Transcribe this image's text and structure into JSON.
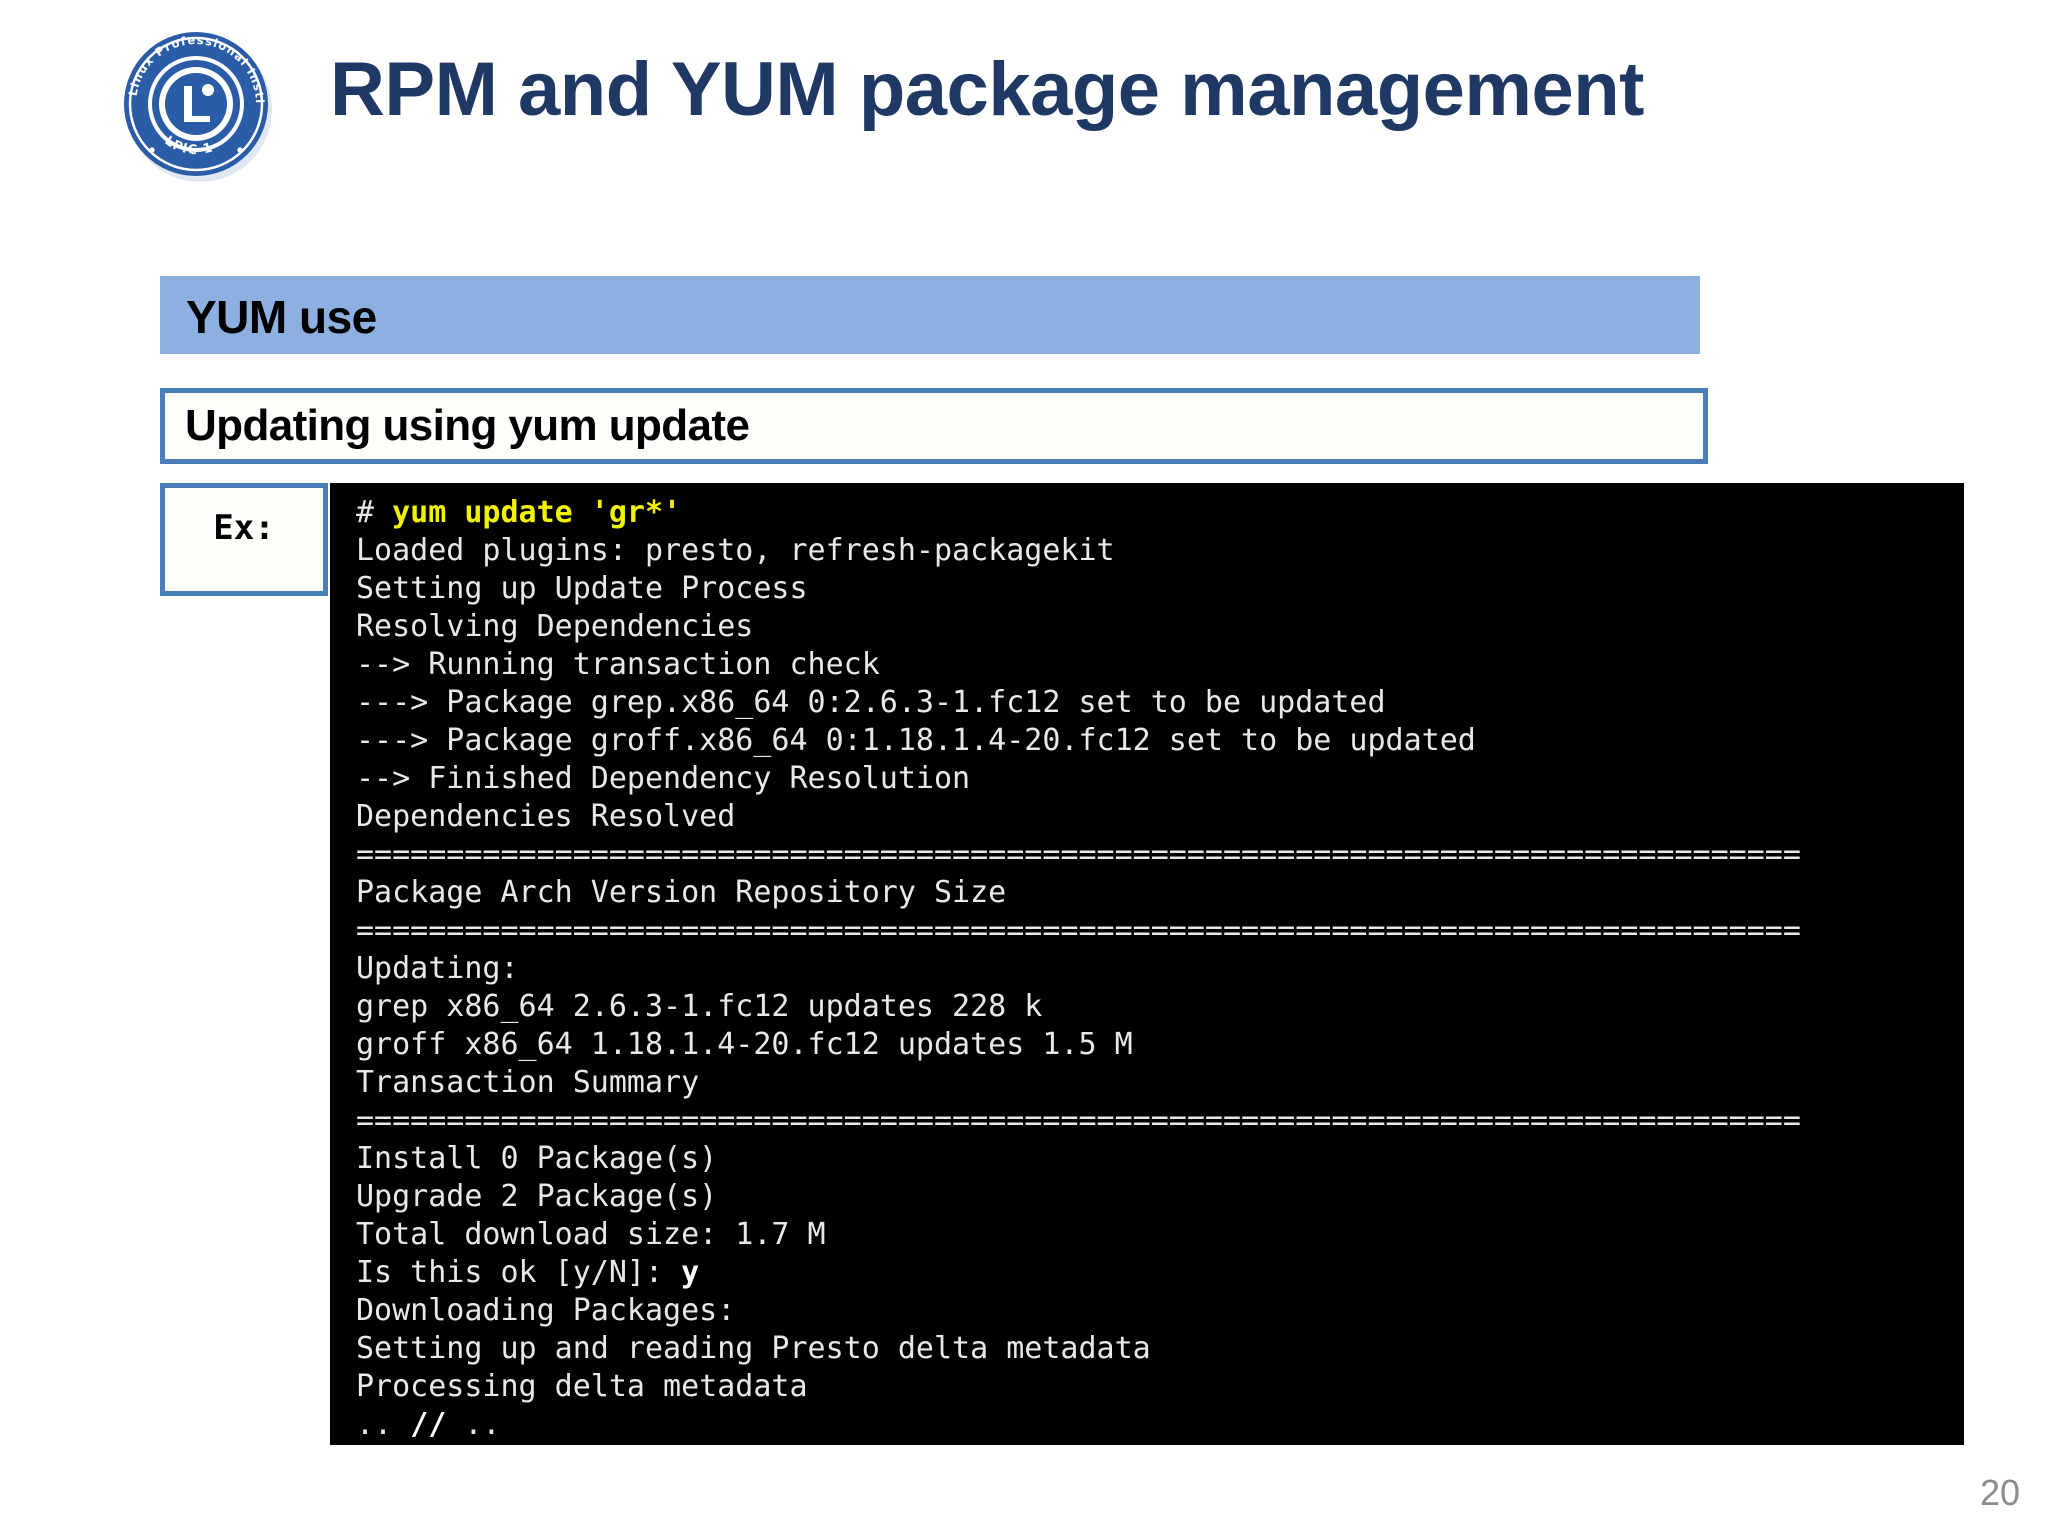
{
  "slide": {
    "title": "RPM and YUM package management",
    "page_number": "20",
    "title_color": "#1F3864",
    "accent_bar_color": "#8EB0E0",
    "box_border_color": "#4A7EBB"
  },
  "logo": {
    "name": "lpi-logo",
    "outer_text": "Linux Professional Institute",
    "letter": "L",
    "bottom_text": "LPIC-1",
    "color": "#2B5CA8"
  },
  "section": {
    "bar_label": "YUM use",
    "subtitle_label": "Updating using yum update",
    "example_label": "Ex:"
  },
  "terminal": {
    "background": "#000000",
    "text_color": "#E8E8E8",
    "highlight_color": "#F2F200",
    "lines": [
      {
        "id": "prompt",
        "segments": [
          {
            "text": "# ",
            "style": "normal"
          },
          {
            "text": "yum update 'gr*'",
            "style": "yellow"
          }
        ]
      },
      {
        "id": "loaded-plugins",
        "segments": [
          {
            "text": "Loaded plugins: presto, refresh-packagekit",
            "style": "normal"
          }
        ]
      },
      {
        "id": "setting-up-update-process",
        "segments": [
          {
            "text": "Setting up Update Process",
            "style": "normal"
          }
        ]
      },
      {
        "id": "resolving-dependencies",
        "segments": [
          {
            "text": "Resolving Dependencies",
            "style": "normal"
          }
        ]
      },
      {
        "id": "running-transaction-check",
        "segments": [
          {
            "text": "--> Running transaction check",
            "style": "normal"
          }
        ]
      },
      {
        "id": "package-grep",
        "segments": [
          {
            "text": "---> Package grep.x86_64 0:2.6.3-1.fc12 set to be updated",
            "style": "normal"
          }
        ]
      },
      {
        "id": "package-groff",
        "segments": [
          {
            "text": "---> Package groff.x86_64 0:1.18.1.4-20.fc12 set to be updated",
            "style": "normal"
          }
        ]
      },
      {
        "id": "finished-dependency-resolution",
        "segments": [
          {
            "text": "--> Finished Dependency Resolution",
            "style": "normal"
          }
        ]
      },
      {
        "id": "dependencies-resolved",
        "segments": [
          {
            "text": "Dependencies Resolved",
            "style": "normal"
          }
        ]
      },
      {
        "id": "separator-1",
        "segments": [
          {
            "text": "================================================================================",
            "style": "normal"
          }
        ]
      },
      {
        "id": "table-header",
        "segments": [
          {
            "text": "Package Arch Version Repository Size",
            "style": "normal"
          }
        ]
      },
      {
        "id": "separator-2",
        "segments": [
          {
            "text": "================================================================================",
            "style": "normal"
          }
        ]
      },
      {
        "id": "updating-label",
        "segments": [
          {
            "text": "Updating:",
            "style": "normal"
          }
        ]
      },
      {
        "id": "row-grep",
        "segments": [
          {
            "text": "grep x86_64 2.6.3-1.fc12 updates 228 k",
            "style": "normal"
          }
        ]
      },
      {
        "id": "row-groff",
        "segments": [
          {
            "text": "groff x86_64 1.18.1.4-20.fc12 updates 1.5 M",
            "style": "normal"
          }
        ]
      },
      {
        "id": "transaction-summary",
        "segments": [
          {
            "text": "Transaction Summary",
            "style": "normal"
          }
        ]
      },
      {
        "id": "separator-3",
        "segments": [
          {
            "text": "================================================================================",
            "style": "normal"
          }
        ]
      },
      {
        "id": "install-count",
        "segments": [
          {
            "text": "Install 0 Package(s)",
            "style": "normal"
          }
        ]
      },
      {
        "id": "upgrade-count",
        "segments": [
          {
            "text": "Upgrade 2 Package(s)",
            "style": "normal"
          }
        ]
      },
      {
        "id": "total-download-size",
        "segments": [
          {
            "text": "Total download size: 1.7 M",
            "style": "normal"
          }
        ]
      },
      {
        "id": "confirm-prompt",
        "segments": [
          {
            "text": "Is this ok [y/N]: ",
            "style": "normal"
          },
          {
            "text": "y",
            "style": "bold"
          }
        ]
      },
      {
        "id": "downloading-packages",
        "segments": [
          {
            "text": "Downloading Packages:",
            "style": "normal"
          }
        ]
      },
      {
        "id": "presto-delta-metadata",
        "segments": [
          {
            "text": "Setting up and reading Presto delta metadata",
            "style": "normal"
          }
        ]
      },
      {
        "id": "processing-delta-metadata",
        "segments": [
          {
            "text": "Processing delta metadata",
            "style": "normal"
          }
        ]
      },
      {
        "id": "ellipsis",
        "segments": [
          {
            "text": ".. ",
            "style": "normal"
          },
          {
            "text": "//",
            "style": "bold"
          },
          {
            "text": " ..",
            "style": "normal"
          }
        ]
      }
    ]
  }
}
